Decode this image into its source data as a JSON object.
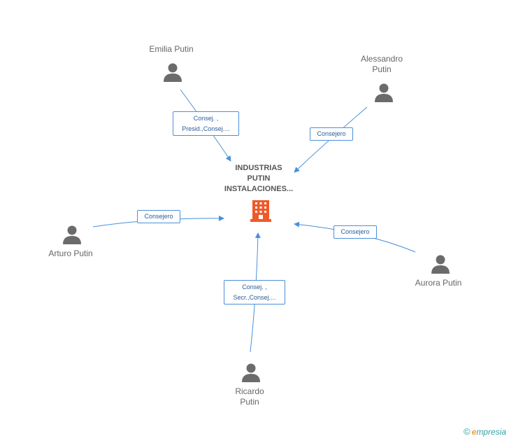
{
  "company": {
    "lines": [
      "INDUSTRIAS",
      "PUTIN",
      "INSTALACIONES..."
    ]
  },
  "people": [
    {
      "lines": [
        "Emilia Putin"
      ]
    },
    {
      "lines": [
        "Alessandro",
        "Putin"
      ]
    },
    {
      "lines": [
        "Arturo Putin"
      ]
    },
    {
      "lines": [
        "Aurora Putin"
      ]
    },
    {
      "lines": [
        "Ricardo",
        "Putin"
      ]
    }
  ],
  "relations": [
    {
      "lines": [
        "Consej. ,",
        "Presid.,Consej...."
      ]
    },
    {
      "lines": [
        "Consejero"
      ]
    },
    {
      "lines": [
        "Consejero"
      ]
    },
    {
      "lines": [
        "Consejero"
      ]
    },
    {
      "lines": [
        "Consej. ,",
        "Secr.,Consej...."
      ]
    }
  ],
  "brand": {
    "copyright": "©",
    "e": "e",
    "rest": "mpresia"
  },
  "colors": {
    "edge": "#4a90d9",
    "person": "#6b6b6b",
    "company": "#f05a28"
  }
}
